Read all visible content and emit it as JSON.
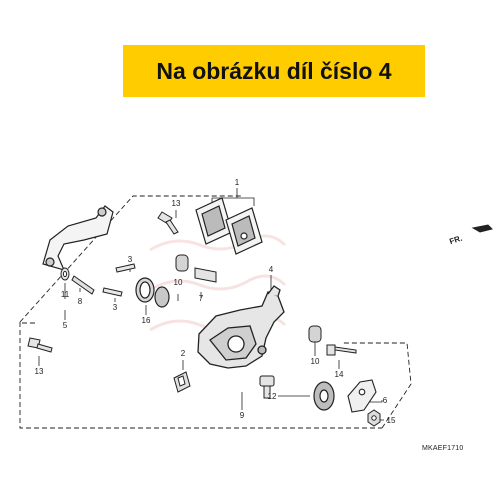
{
  "banner": {
    "text": "Na obrázku díl číslo 4",
    "background": "#FFCC00"
  },
  "diagram_code": "MKAEF1710",
  "direction_marker": {
    "label": "FR."
  },
  "callouts": [
    {
      "id": "c1",
      "label": "1"
    },
    {
      "id": "c2",
      "label": "2"
    },
    {
      "id": "c3a",
      "label": "3"
    },
    {
      "id": "c3b",
      "label": "3"
    },
    {
      "id": "c4",
      "label": "4"
    },
    {
      "id": "c5",
      "label": "5"
    },
    {
      "id": "c6",
      "label": "6"
    },
    {
      "id": "c7",
      "label": "7"
    },
    {
      "id": "c8",
      "label": "8"
    },
    {
      "id": "c9",
      "label": "9"
    },
    {
      "id": "c10a",
      "label": "10"
    },
    {
      "id": "c10b",
      "label": "10"
    },
    {
      "id": "c11",
      "label": "11"
    },
    {
      "id": "c12",
      "label": "12"
    },
    {
      "id": "c13a",
      "label": "13"
    },
    {
      "id": "c13b",
      "label": "13"
    },
    {
      "id": "c14",
      "label": "14"
    },
    {
      "id": "c15",
      "label": "15"
    },
    {
      "id": "c16",
      "label": "16"
    }
  ]
}
